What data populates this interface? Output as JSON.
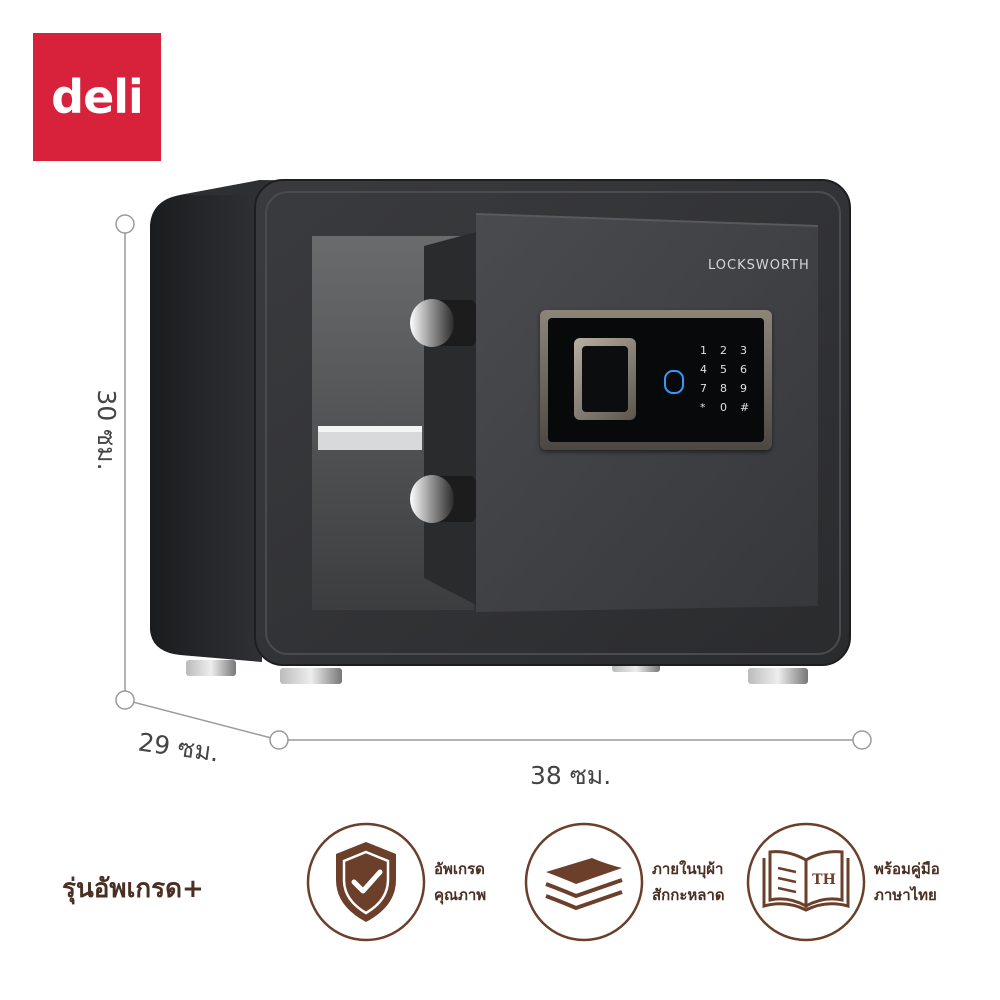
{
  "brand": {
    "logo_text": "deli",
    "color": "#d8213b"
  },
  "product": {
    "panel_brand": "LOCKSWORTH",
    "keypad_keys": [
      "1",
      "2",
      "3",
      "4",
      "5",
      "6",
      "7",
      "8",
      "9",
      "*",
      "0",
      "#"
    ]
  },
  "dimensions": {
    "height": "30 ซม.",
    "depth": "29 ซม.",
    "width": "38 ซม."
  },
  "badge": {
    "title": "รุ่นอัพเกรด+"
  },
  "features": [
    {
      "icon": "shield-check-icon",
      "line1": "อัพเกรด",
      "line2": "คุณภาพ"
    },
    {
      "icon": "fabric-layers-icon",
      "line1": "ภายในบุผ้า",
      "line2": "สักกะหลาด"
    },
    {
      "icon": "manual-book-icon",
      "line1": "พร้อมคู่มือ",
      "line2": "ภาษาไทย",
      "icon_text": "TH"
    }
  ],
  "colors": {
    "accent_brown": "#6b3f2a",
    "safe_body": "#2b2c2e"
  }
}
